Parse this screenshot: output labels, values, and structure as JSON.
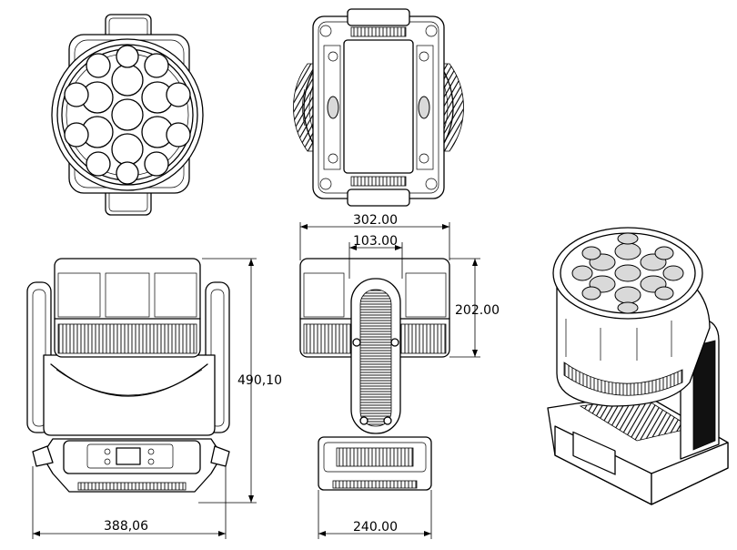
{
  "dimensions": {
    "overall_height": "490,10",
    "base_width": "388,06",
    "head_width": "302.00",
    "arm_width": "103.00",
    "head_height": "202.00",
    "base_depth": "240.00"
  }
}
